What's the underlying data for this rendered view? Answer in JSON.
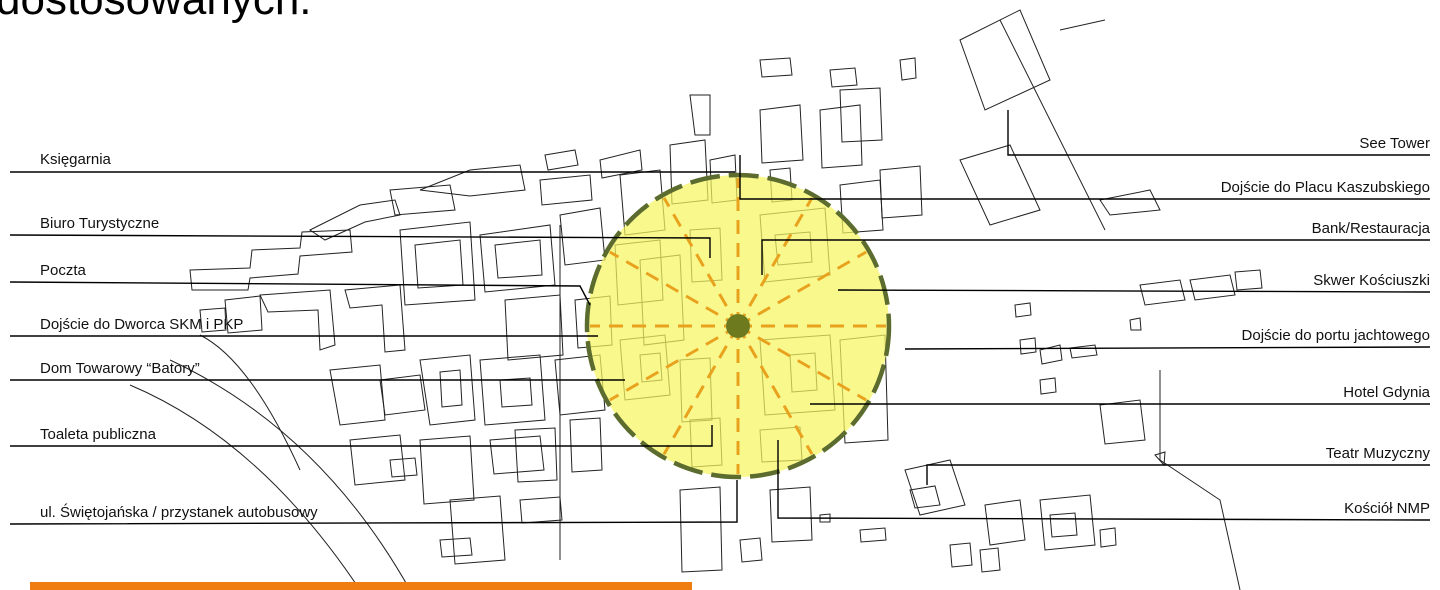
{
  "heading": "dostosowanych.",
  "colors": {
    "zone_fill": "#f7f560",
    "zone_border": "#5c6b2e",
    "spokes": "#e8a21e",
    "center_dot": "#6e7a1e",
    "accent_bar": "#f07d12"
  },
  "labels_left": [
    "Księgarnia",
    "Biuro Turystyczne",
    "Poczta",
    "Dojście do Dworca SKM i PKP",
    "Dom Towarowy “Batory”",
    "Toaleta publiczna",
    "ul. Świętojańska / przystanek autobusowy"
  ],
  "labels_right": [
    "See Tower",
    "Dojście do Placu Kaszubskiego",
    "Bank/Restauracja",
    "Skwer Kościuszki",
    "Dojście do portu jachtowego",
    "Hotel Gdynia",
    "Teatr Muzyczny",
    "Kościół NMP"
  ]
}
